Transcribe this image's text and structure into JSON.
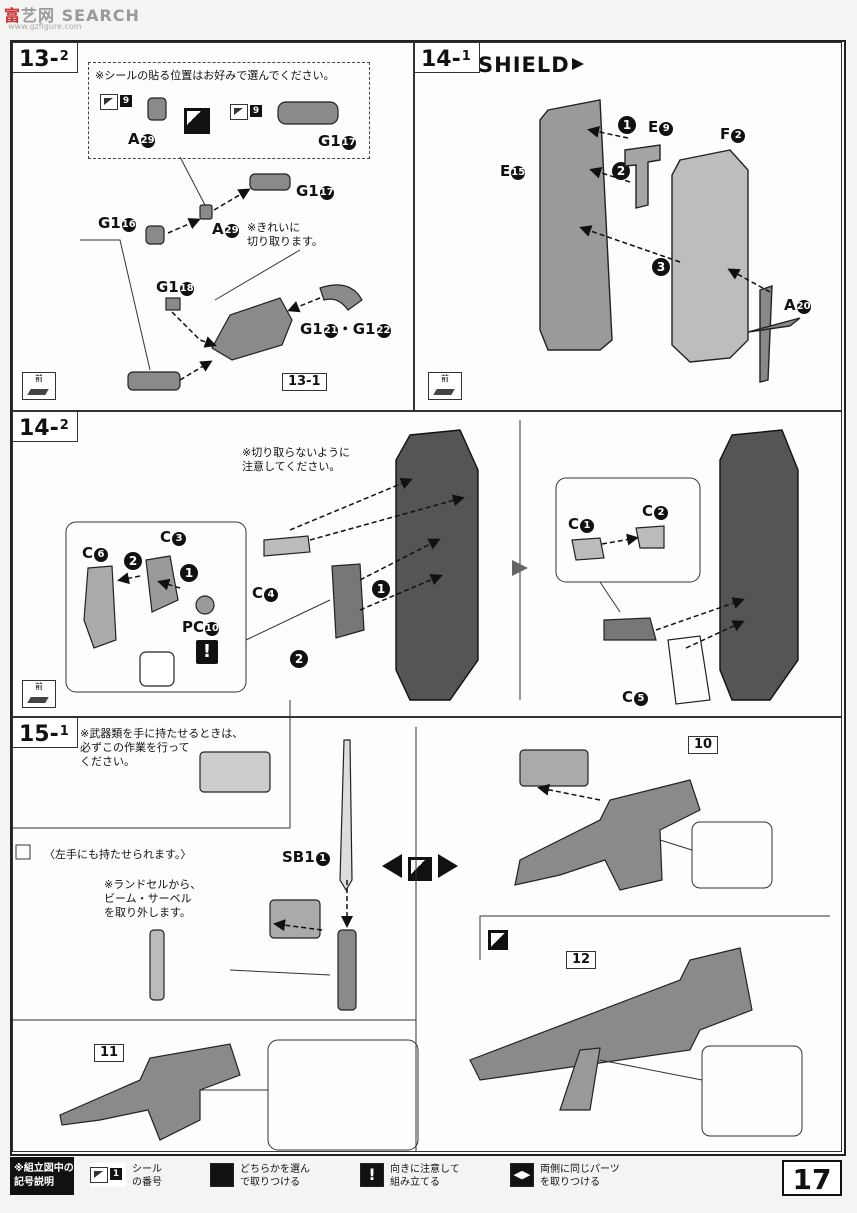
{
  "watermark": {
    "prefix": "富",
    "brand": "SEARCH",
    "middle": "艺网",
    "url": "www.gzfigure.com"
  },
  "step_13_2": {
    "step": "13",
    "sub": "2",
    "sticker_note": "※シールの貼る位置はお好みで選んでください。",
    "sticker_num": "9",
    "parts": {
      "a29_top": "A",
      "a29_top_n": "29",
      "g1_17_top": "G1",
      "g1_17_top_n": "17",
      "g1_17": "G1",
      "g1_17_n": "17",
      "g1_16": "G1",
      "g1_16_n": "16",
      "a29": "A",
      "a29_n": "29",
      "g1_18": "G1",
      "g1_18_n": "18",
      "g1_21_22": "G1",
      "g1_21_n": "21",
      "g1_sep": "・G1",
      "g1_22_n": "22"
    },
    "cut_note": "※きれいに\n切り取ります。",
    "ref": "13-1",
    "front": "前"
  },
  "step_14_1": {
    "step": "14",
    "sub": "1",
    "title": "SHIELD",
    "parts": {
      "e15": "E",
      "e15_n": "15",
      "e9": "E",
      "e9_n": "9",
      "f2": "F",
      "f2_n": "2",
      "a20": "A",
      "a20_n": "20"
    },
    "front": "前"
  },
  "step_14_2": {
    "step": "14",
    "sub": "2",
    "cut_note": "※切り取らないように\n注意してください。",
    "parts": {
      "c6": "C",
      "c6_n": "6",
      "c3": "C",
      "c3_n": "3",
      "c4": "C",
      "c4_n": "4",
      "pc10": "PC",
      "pc10_n": "10",
      "c1": "C",
      "c1_n": "1",
      "c2": "C",
      "c2_n": "2",
      "c5": "C",
      "c5_n": "5"
    },
    "front": "前"
  },
  "step_15_1": {
    "step": "15",
    "sub": "1",
    "weapon_note": "※武器類を手に持たせるときは、\n必ずこの作業を行って\nください。",
    "left_hand_note": "〈左手にも持たせられます。〉",
    "saber_note": "※ランドセルから、\nビーム・サーベル\nを取り外します。",
    "parts": {
      "sb1": "SB1",
      "sb1_n": "1"
    },
    "refs": {
      "r10": "10",
      "r11": "11",
      "r12": "12"
    }
  },
  "legend": {
    "head": "※組立図中の\n記号説明",
    "sticker_num": "1",
    "items": [
      {
        "icon": "sticker-icon",
        "text": "シール\nの番号"
      },
      {
        "icon": "choose-icon",
        "text": "どちらかを選ん\nで取りつける"
      },
      {
        "icon": "caution-icon",
        "text": "向きに注意して\n組み立てる"
      },
      {
        "icon": "same-parts-icon",
        "text": "両側に同じパーツ\nを取りつける"
      }
    ]
  },
  "page_number": "17"
}
